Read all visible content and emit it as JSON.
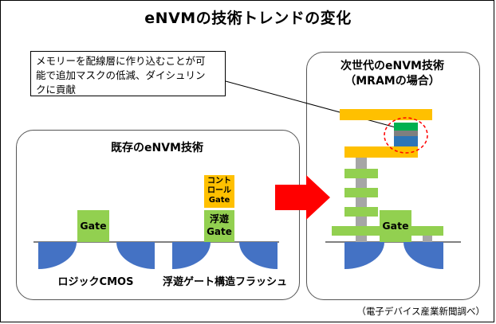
{
  "title": "eNVMの技術トレンドの変化",
  "callout": {
    "line1": "メモリーを配線層に作り込むことが可",
    "line2": "能で追加マスクの低減、ダイシュリン",
    "line3": "クに貢献"
  },
  "left_panel": {
    "title": "既存のeNVM技術",
    "cmos_gate": "Gate",
    "cmos_label": "ロジックCMOS",
    "control_gate_line1": "コント",
    "control_gate_line2": "ロール",
    "control_gate_line3": "Gate",
    "floating_gate_line1": "浮遊",
    "floating_gate_line2": "Gate",
    "flash_label": "浮遊ゲート構造フラッシュ"
  },
  "right_panel": {
    "title_line1": "次世代のeNVM技術",
    "title_line2": "（MRAMの場合）",
    "gate": "Gate"
  },
  "source": "（電子デバイス産業新聞調べ）",
  "colors": {
    "substrate_blue": "#4472c4",
    "gate_green": "#92d050",
    "control_gate_orange": "#ffc000",
    "wiring_orange": "#ffc000",
    "via_gray": "#a6a6a6",
    "mtj_green": "#00b050",
    "mtj_gray": "#7f7f7f",
    "mtj_blue": "#2e75b6",
    "arrow_red": "#ff0000",
    "dashed_circle_red": "#ff0000"
  }
}
